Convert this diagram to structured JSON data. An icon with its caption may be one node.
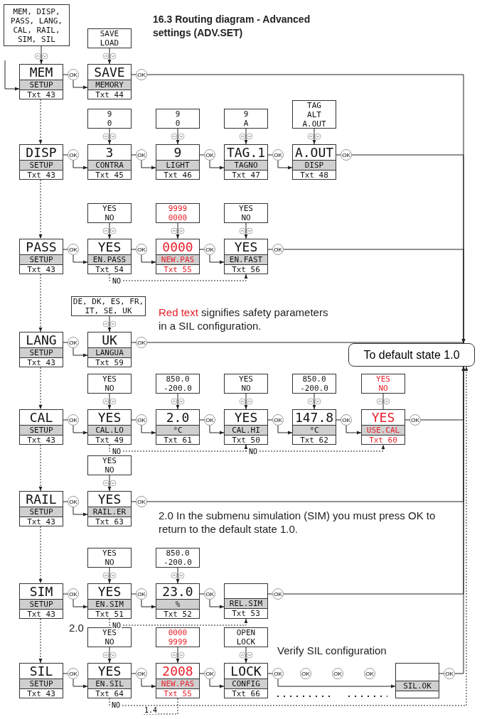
{
  "diagram": {
    "title": "16.3 Routing diagram - Advanced settings (ADV.SET)",
    "nodes": [
      {
        "text": [
          "MEM, DISP, PASS, LANG, CAL, RAIL, SIM, SIL"
        ]
      },
      {
        "text": [
          "SAVE LOAD"
        ]
      },
      {
        "text": [
          "MEM",
          "SETUP",
          "Txt 43"
        ]
      },
      {
        "text": [
          "SAVE",
          "MEMORY",
          "Txt 44"
        ]
      },
      {
        "text": [
          "9 0"
        ]
      },
      {
        "text": [
          "9 0"
        ]
      },
      {
        "text": [
          "9 A"
        ]
      },
      {
        "text": [
          "TAG ALT A.OUT"
        ]
      },
      {
        "text": [
          "DISP",
          "SETUP",
          "Txt 43"
        ]
      },
      {
        "text": [
          "3",
          "CONTRA",
          "Txt 45"
        ]
      },
      {
        "text": [
          "9",
          "LIGHT",
          "Txt 46"
        ]
      },
      {
        "text": [
          "TAG.1",
          "TAGNO",
          "Txt 47"
        ]
      },
      {
        "text": [
          "A.OUT",
          "DISP",
          "Txt 48"
        ]
      },
      {
        "text": [
          "YES NO"
        ]
      },
      {
        "text": [
          "9999 0000"
        ]
      },
      {
        "text": [
          "YES NO"
        ]
      },
      {
        "text": [
          "PASS",
          "SETUP",
          "Txt 43"
        ]
      },
      {
        "text": [
          "YES",
          "EN.PASS",
          "Txt 54"
        ]
      },
      {
        "text": [
          "0000",
          "NEW.PAS",
          "Txt 55"
        ]
      },
      {
        "text": [
          "YES",
          "EN.FAST",
          "Txt 56"
        ]
      },
      {
        "text": [
          "DE, DK, ES, FR, IT, SE, UK"
        ]
      },
      {
        "text": [
          "LANG",
          "SETUP",
          "Txt 43"
        ]
      },
      {
        "text": [
          "UK",
          "LANGUA",
          "Txt 59"
        ]
      },
      {
        "text": [
          "To default state 1.0"
        ]
      },
      {
        "text": [
          "YES NO"
        ]
      },
      {
        "text": [
          "850.0 -200.0"
        ]
      },
      {
        "text": [
          "YES NO"
        ]
      },
      {
        "text": [
          "850.0 -200.0"
        ]
      },
      {
        "text": [
          "YES NO"
        ]
      },
      {
        "text": [
          "CAL",
          "SETUP",
          "Txt 43"
        ]
      },
      {
        "text": [
          "YES",
          "CAL.LO",
          "Txt 49"
        ]
      },
      {
        "text": [
          "2.0",
          "°C",
          "Txt 61"
        ]
      },
      {
        "text": [
          "YES",
          "CAL.HI",
          "Txt 50"
        ]
      },
      {
        "text": [
          "147.8",
          "°C",
          "Txt 62"
        ]
      },
      {
        "text": [
          "YES",
          "USE.CAL",
          "Txt 60"
        ]
      },
      {
        "text": [
          "YES NO"
        ]
      },
      {
        "text": [
          "RAIL",
          "SETUP",
          "Txt 43"
        ]
      },
      {
        "text": [
          "YES",
          "RAIL.ER",
          "Txt 63"
        ]
      },
      {
        "text": [
          "YES NO"
        ]
      },
      {
        "text": [
          "850.0 -200.0"
        ]
      },
      {
        "text": [
          "SIM",
          "SETUP",
          "Txt 43"
        ]
      },
      {
        "text": [
          "YES",
          "EN.SIM",
          "Txt 51"
        ]
      },
      {
        "text": [
          "23.0",
          "%",
          "Txt 52"
        ]
      },
      {
        "text": [
          "REL.SIM",
          "Txt 53"
        ]
      },
      {
        "text": [
          "YES NO"
        ]
      },
      {
        "text": [
          "0000 9999"
        ]
      },
      {
        "text": [
          "OPEN LOCK"
        ]
      },
      {
        "text": [
          "SIL",
          "SETUP",
          "Txt 43"
        ]
      },
      {
        "text": [
          "YES",
          "EN.SIL",
          "Txt 64"
        ]
      },
      {
        "text": [
          "2008",
          "NEW.PAS",
          "Txt 55"
        ]
      },
      {
        "text": [
          "LOCK",
          "CONFIG",
          "Txt 66"
        ]
      },
      {
        "text": [
          "SIL.OK"
        ]
      }
    ],
    "edges": [
      {
        "from": 0,
        "to": 2,
        "arrow": "to"
      },
      {
        "from": null,
        "to": 2,
        "arrow": "to"
      },
      {
        "from": 1,
        "to": 3,
        "arrow": "to"
      },
      {
        "from": 2,
        "to": 3,
        "label": "OK",
        "arrow": "to"
      },
      {
        "from": 3,
        "to": 23,
        "label": "OK",
        "arrow": "to"
      },
      {
        "from": 2,
        "to": 8,
        "arrow": "to",
        "style": "dashed"
      },
      {
        "from": 4,
        "to": 9,
        "arrow": "to"
      },
      {
        "from": 5,
        "to": 10,
        "arrow": "to"
      },
      {
        "from": 6,
        "to": 11,
        "arrow": "to"
      },
      {
        "from": 7,
        "to": 12,
        "arrow": "to"
      },
      {
        "from": 8,
        "to": 9,
        "label": "OK",
        "arrow": "to"
      },
      {
        "from": 9,
        "to": 10,
        "label": "OK",
        "arrow": "to"
      },
      {
        "from": 10,
        "to": 11,
        "label": "OK",
        "arrow": "to"
      },
      {
        "from": 11,
        "to": 12,
        "label": "OK",
        "arrow": "to"
      },
      {
        "from": 12,
        "to": 23,
        "label": "OK",
        "arrow": "to"
      },
      {
        "from": 8,
        "to": 16,
        "arrow": "to",
        "style": "dashed"
      },
      {
        "from": 13,
        "to": 17,
        "arrow": "to"
      },
      {
        "from": 14,
        "to": 18,
        "arrow": "to"
      },
      {
        "from": 15,
        "to": 19,
        "arrow": "to"
      },
      {
        "from": 16,
        "to": 17,
        "label": "OK",
        "arrow": "to"
      },
      {
        "from": 17,
        "to": 18,
        "label": "OK",
        "arrow": "to"
      },
      {
        "from": 18,
        "to": 19,
        "label": "OK",
        "arrow": "to"
      },
      {
        "from": 19,
        "to": 23,
        "label": "OK",
        "arrow": "to"
      },
      {
        "from": 17,
        "to": 19,
        "label": "NO",
        "arrow": "to",
        "style": "dashed"
      },
      {
        "from": 16,
        "to": 21,
        "arrow": "to",
        "style": "dashed"
      },
      {
        "from": 20,
        "to": 22,
        "arrow": "to"
      },
      {
        "from": 21,
        "to": 22,
        "label": "OK",
        "arrow": "to"
      },
      {
        "from": 22,
        "to": 23,
        "label": "OK",
        "arrow": "to"
      },
      {
        "from": 21,
        "to": 29,
        "arrow": "to",
        "style": "dashed"
      },
      {
        "from": 24,
        "to": 30,
        "arrow": "to"
      },
      {
        "from": 25,
        "to": 31,
        "arrow": "to"
      },
      {
        "from": 26,
        "to": 32,
        "arrow": "to"
      },
      {
        "from": 27,
        "to": 33,
        "arrow": "to"
      },
      {
        "from": 28,
        "to": 34,
        "arrow": "none"
      },
      {
        "from": 29,
        "to": 30,
        "label": "OK",
        "arrow": "to"
      },
      {
        "from": 30,
        "to": 31,
        "label": "OK",
        "arrow": "to"
      },
      {
        "from": 31,
        "to": 32,
        "label": "OK",
        "arrow": "to"
      },
      {
        "from": 32,
        "to": 33,
        "label": "OK",
        "arrow": "to"
      },
      {
        "from": 33,
        "to": 34,
        "label": "OK",
        "arrow": "to"
      },
      {
        "from": 34,
        "to": 23,
        "label": "OK",
        "arrow": "to"
      },
      {
        "from": 30,
        "to": 32,
        "label": "NO",
        "arrow": "to",
        "style": "dashed"
      },
      {
        "from": 32,
        "to": 34,
        "label": "NO",
        "arrow": "to",
        "style": "dashed"
      },
      {
        "from": 29,
        "to": 36,
        "arrow": "to",
        "style": "dashed"
      },
      {
        "from": 35,
        "to": 37,
        "arrow": "to"
      },
      {
        "from": 36,
        "to": 37,
        "label": "OK",
        "arrow": "to"
      },
      {
        "from": 37,
        "to": 23,
        "label": "OK",
        "arrow": "to"
      },
      {
        "from": 36,
        "to": 40,
        "arrow": "to",
        "style": "dashed"
      },
      {
        "from": 38,
        "to": 41,
        "arrow": "to"
      },
      {
        "from": 39,
        "to": 42,
        "arrow": "to"
      },
      {
        "from": 40,
        "to": 41,
        "label": "OK",
        "arrow": "to"
      },
      {
        "from": 41,
        "to": 42,
        "label": "OK",
        "arrow": "to"
      },
      {
        "from": 42,
        "to": 43,
        "label": "OK",
        "arrow": "to"
      },
      {
        "from": 43,
        "to": 23,
        "label": "OK",
        "arrow": "to"
      },
      {
        "from": 41,
        "to": 43,
        "label": "NO",
        "arrow": "to",
        "style": "dashed"
      },
      {
        "from": 40,
        "to": 47,
        "arrow": "to",
        "style": "dashed"
      },
      {
        "from": 44,
        "to": 48,
        "arrow": "to"
      },
      {
        "from": 45,
        "to": 49,
        "arrow": "to"
      },
      {
        "from": 46,
        "to": 50,
        "arrow": "to"
      },
      {
        "from": 47,
        "to": 48,
        "label": "OK",
        "arrow": "to"
      },
      {
        "from": 48,
        "to": 49,
        "label": "OK",
        "arrow": "to"
      },
      {
        "from": 49,
        "to": 50,
        "label": "OK",
        "arrow": "to"
      },
      {
        "from": 50,
        "to": 51,
        "label": "OK",
        "arrow": "to"
      },
      {
        "from": 51,
        "to": 23,
        "label": "OK",
        "arrow": "to"
      },
      {
        "from": 48,
        "to": 23,
        "label": "NO",
        "arrow": "to",
        "style": "dashed"
      },
      {
        "from": 49,
        "to": null,
        "label": "1.4",
        "arrow": "none",
        "style": "dashed"
      }
    ],
    "labels": [
      "Red text signifies safety parameters in a SIL configuration.",
      "2.0 In the submenu simulation (SIM) you must press OK to return to the default state 1.0.",
      "2.0",
      "Verify SIL configuration",
      "OK",
      "OK",
      "OK"
    ]
  }
}
